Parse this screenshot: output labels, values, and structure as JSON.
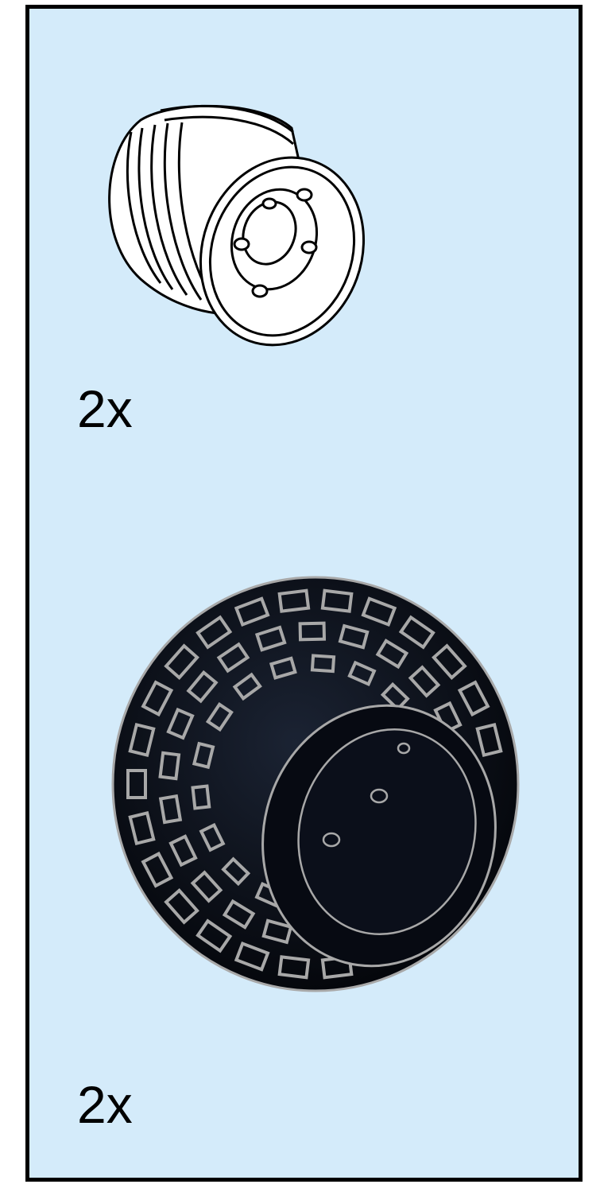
{
  "parts": [
    {
      "name": "wheel-rim",
      "quantity": "2x",
      "color": "#ffffff"
    },
    {
      "name": "tire",
      "quantity": "2x",
      "color": "#0b0f1a"
    }
  ],
  "colors": {
    "panel_background": "#d4ebfa",
    "border": "#000000",
    "tread_outline": "#a8a8a8"
  }
}
